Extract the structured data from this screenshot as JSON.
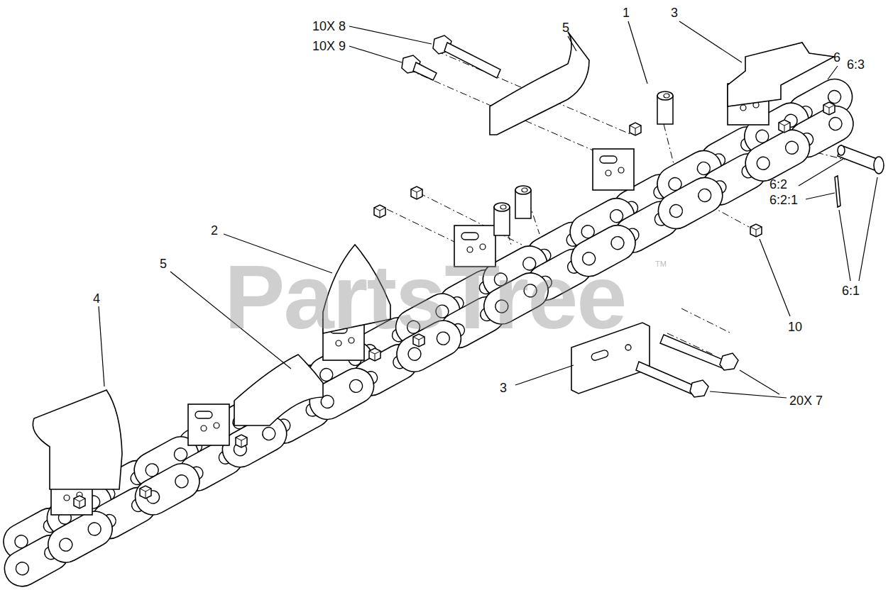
{
  "diagram": {
    "labels": [
      "10X 8",
      "10X 9",
      "5",
      "1",
      "3",
      "6",
      "6:3",
      "6:2",
      "6:2:1",
      "6:1",
      "10",
      "2",
      "5",
      "4",
      "3",
      "20X 7",
      "PartsTree",
      "TM"
    ]
  }
}
